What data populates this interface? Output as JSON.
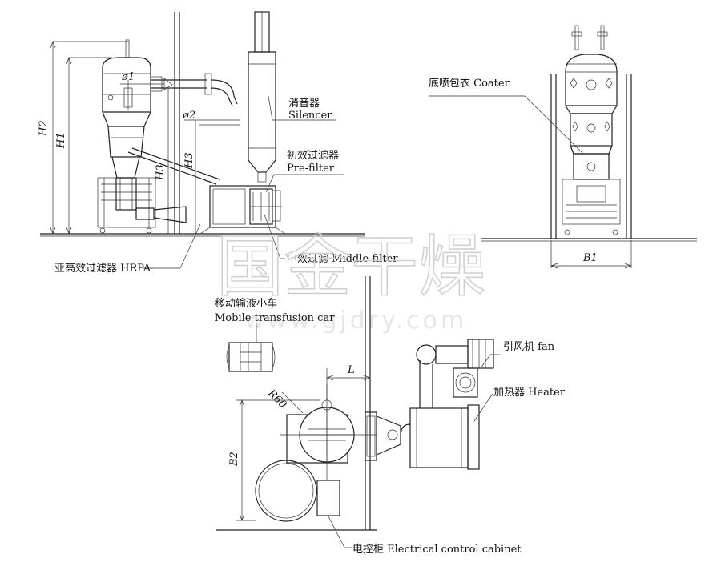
{
  "labels": {
    "silencer_cn": "消音器",
    "silencer_en": "Silencer",
    "prefilter_cn": "初效过滤器",
    "prefilter_en": "Pre-filter",
    "hrpa": "亚高效过滤器 HRPA",
    "middle_filter": "中效过滤 Middle-filter",
    "coater": "底喷包衣 Coater",
    "cart_cn": "移动输液小车",
    "cart_en": "Mobile transfusion car",
    "fan": "引风机 fan",
    "heater": "加热器 Heater",
    "cabinet": "电控柜 Electrical control cabinet"
  },
  "dimensions": {
    "phi1": "ø1",
    "phi2": "ø2",
    "h1": "H1",
    "h2": "H2",
    "h3_a": "H3",
    "h3_b": "H3",
    "b1": "B1",
    "b2": "B2",
    "l": "L",
    "r60": "R60"
  },
  "watermark": {
    "cn": "国金干燥",
    "url": "www.gjdry.com"
  }
}
